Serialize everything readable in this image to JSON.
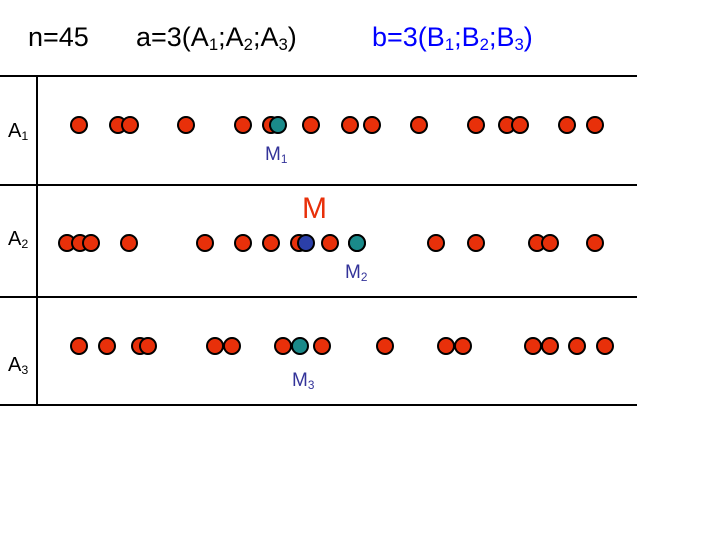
{
  "header": {
    "n_text": "n=45",
    "a_prefix": "a=3(A",
    "a_s1": "1",
    "a_mid1": ";A",
    "a_s2": "2",
    "a_mid2": ";A",
    "a_s3": "3",
    "a_suffix": ")",
    "b_prefix": "b=3(B",
    "b_s1": "1",
    "b_mid1": ";B",
    "b_s2": "2",
    "b_mid2": ";B",
    "b_s3": "3",
    "b_suffix": ")"
  },
  "rows": [
    {
      "label": "A",
      "sub": "1",
      "mean_label": "M",
      "mean_sub": "1"
    },
    {
      "label": "A",
      "sub": "2",
      "mean_label": "M",
      "mean_sub": "2"
    },
    {
      "label": "A",
      "sub": "3",
      "mean_label": "M",
      "mean_sub": "3"
    }
  ],
  "overall_mean_label": "M",
  "colors": {
    "point_fill": "#e8300a",
    "group_mean_fill": "#1a8a8a",
    "overall_mean_fill": "#2b3fa8",
    "outline": "#000000",
    "b_text": "#0000ff",
    "m_label": "#333399",
    "big_m": "#e8300a"
  }
}
